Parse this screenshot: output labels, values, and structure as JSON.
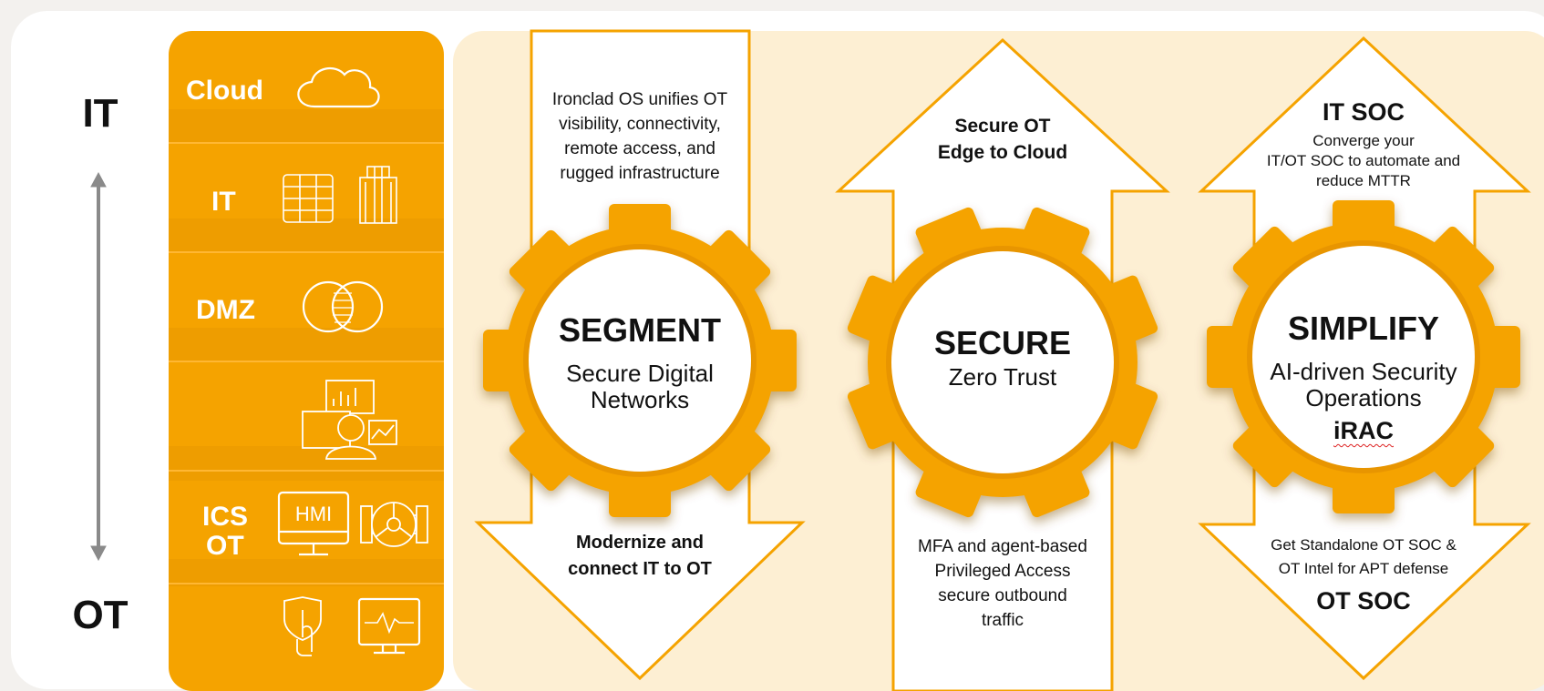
{
  "axis": {
    "top_label": "IT",
    "bottom_label": "OT"
  },
  "tiers": [
    {
      "label": "Cloud",
      "icons": [
        "cloud-icon"
      ]
    },
    {
      "label": "IT",
      "icons": [
        "server-rack-icon",
        "office-building-icon"
      ]
    },
    {
      "label": "DMZ",
      "icons": [
        "overlapping-circles-icon"
      ]
    },
    {
      "label": "",
      "icons": [
        "operator-dashboard-icon"
      ]
    },
    {
      "label_line1": "ICS",
      "label_line2": "OT",
      "hmi_text": "HMI",
      "icons": [
        "hmi-monitor-icon",
        "valve-icon"
      ]
    },
    {
      "label": "",
      "icons": [
        "shield-touch-icon",
        "monitor-pulse-icon"
      ]
    }
  ],
  "segment": {
    "top_text": [
      "Ironclad OS unifies OT",
      "visibility, connectivity,",
      "remote access, and",
      "rugged infrastructure"
    ],
    "title": "SEGMENT",
    "subtitle": [
      "Secure Digital",
      "Networks"
    ],
    "bottom_text": [
      "Modernize and",
      "connect IT to OT"
    ]
  },
  "secure": {
    "top_text": [
      "Secure OT",
      "Edge to Cloud"
    ],
    "title": "SECURE",
    "subtitle": "Zero Trust",
    "bottom_text": [
      "MFA and agent-based",
      "Privileged Access",
      "secure outbound",
      "traffic"
    ]
  },
  "simplify": {
    "top_title": "IT SOC",
    "top_text": [
      "Converge your",
      "IT/OT SOC to automate and",
      "reduce MTTR"
    ],
    "title": "SIMPLIFY",
    "subtitle": [
      "AI-driven Security",
      "Operations"
    ],
    "tag": "iRAC",
    "bottom_text": [
      "Get Standalone OT SOC &",
      "OT Intel for APT defense"
    ],
    "bottom_title": "OT SOC"
  },
  "colors": {
    "orange": "#f5a300",
    "orange_dark": "#e89500",
    "panel": "#fdefd3",
    "arrow_gray": "#8a8a8a",
    "white": "#ffffff"
  }
}
